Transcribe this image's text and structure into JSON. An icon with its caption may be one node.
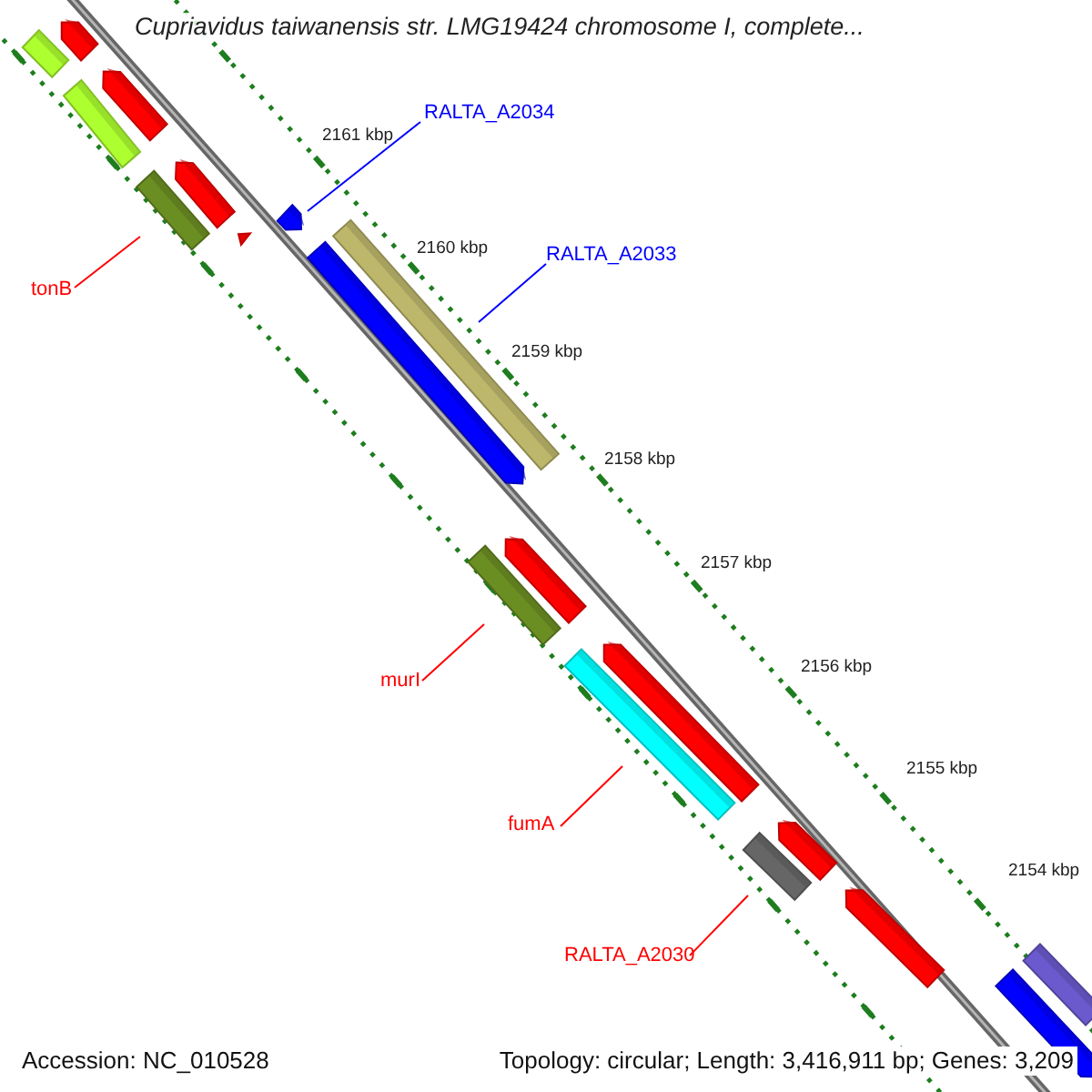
{
  "diagram": {
    "title": "Cupriavidus taiwanensis str. LMG19424 chromosome I, complete...",
    "nodes": [
      {
        "text": [],
        "shape": "pentagon"
      },
      {
        "text": [],
        "shape": "bar"
      },
      {
        "text": [],
        "shape": "pentagon"
      },
      {
        "text": [],
        "shape": "bar"
      },
      {
        "text": [
          "RALTA_A2034"
        ]
      },
      {
        "text": [],
        "shape": "pentagon"
      },
      {
        "text": [],
        "shape": "bar"
      },
      {
        "text": [],
        "shape": "pentagon"
      },
      {
        "text": [],
        "shape": "triangle"
      },
      {
        "text": [],
        "shape": "pentagon"
      },
      {
        "text": [],
        "shape": "bar"
      },
      {
        "text": [
          "RALTA_A2033"
        ]
      },
      {
        "text": [
          "tonB"
        ]
      },
      {
        "text": [],
        "shape": "pentagon"
      },
      {
        "text": [],
        "shape": "bar"
      },
      {
        "text": [],
        "shape": "pentagon"
      },
      {
        "text": [],
        "shape": "bar"
      },
      {
        "text": [
          "murI"
        ]
      },
      {
        "text": [
          "fumA"
        ]
      },
      {
        "text": [],
        "shape": "pentagon"
      },
      {
        "text": [],
        "shape": "bar"
      },
      {
        "text": [],
        "shape": "pentagon"
      },
      {
        "text": [
          "RALTA_A2030"
        ]
      },
      {
        "text": [],
        "shape": "bar"
      },
      {
        "text": [],
        "shape": "pentagon"
      }
    ],
    "edges": [
      {
        "from": 4,
        "to": 7,
        "arrow": "none",
        "color": "#0000ff"
      },
      {
        "from": 11,
        "to": 10,
        "arrow": "none",
        "color": "#0000ff"
      },
      {
        "from": 12,
        "to": 6,
        "arrow": "none"
      },
      {
        "from": 17,
        "to": 14,
        "arrow": "none"
      },
      {
        "from": 18,
        "to": 16,
        "arrow": "none"
      },
      {
        "from": 22,
        "to": 20,
        "arrow": "none"
      }
    ],
    "labels": [
      "2161 kbp",
      "2160 kbp",
      "2159 kbp",
      "2158 kbp",
      "2157 kbp",
      "2156 kbp",
      "2155 kbp",
      "2154 kbp",
      "Accession: NC_010528",
      "Topology: circular; Length: 3,416,911 bp; Genes: 3,209"
    ]
  }
}
